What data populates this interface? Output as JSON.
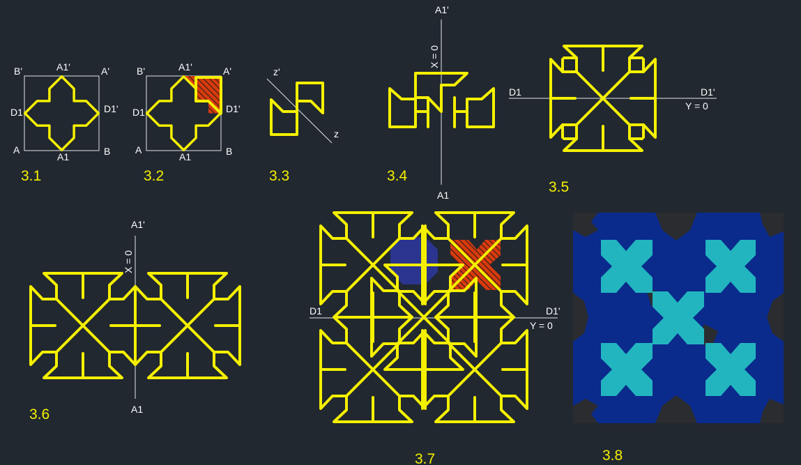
{
  "colors": {
    "background": "#212830",
    "motif": "#f5f000",
    "hatch_fill": "#d83a10",
    "tile_blue": "#2b3590",
    "tile_dark_blue": "#0a2a8c",
    "tile_cyan": "#22b5bf",
    "gap_dark": "#2a2c30"
  },
  "fig_3_1": {
    "number": "3.1",
    "A": "A",
    "B": "B",
    "B_prime": "B'",
    "A_prime": "A'",
    "A1_prime": "A1'",
    "A1": "A1",
    "D1": "D1",
    "D1_prime": "D1'"
  },
  "fig_3_2": {
    "number": "3.2",
    "A": "A",
    "B": "B",
    "B_prime": "B'",
    "A_prime": "A'",
    "A1_prime": "A1'",
    "A1": "A1",
    "D1": "D1",
    "D1_prime": "D1'"
  },
  "fig_3_3": {
    "number": "3.3",
    "z_prime": "z'",
    "z": "z"
  },
  "fig_3_4": {
    "number": "3.4",
    "A1_prime": "A1'",
    "A1": "A1",
    "axis": "X = 0"
  },
  "fig_3_5": {
    "number": "3.5",
    "D1": "D1",
    "D1_prime": "D1'",
    "axis": "Y = 0"
  },
  "fig_3_6": {
    "number": "3.6",
    "A1_prime": "A1'",
    "A1": "A1",
    "axis": "X = 0"
  },
  "fig_3_7": {
    "number": "3.7",
    "D1": "D1",
    "D1_prime": "D1'",
    "axis": "Y = 0"
  },
  "fig_3_8": {
    "number": "3.8"
  }
}
